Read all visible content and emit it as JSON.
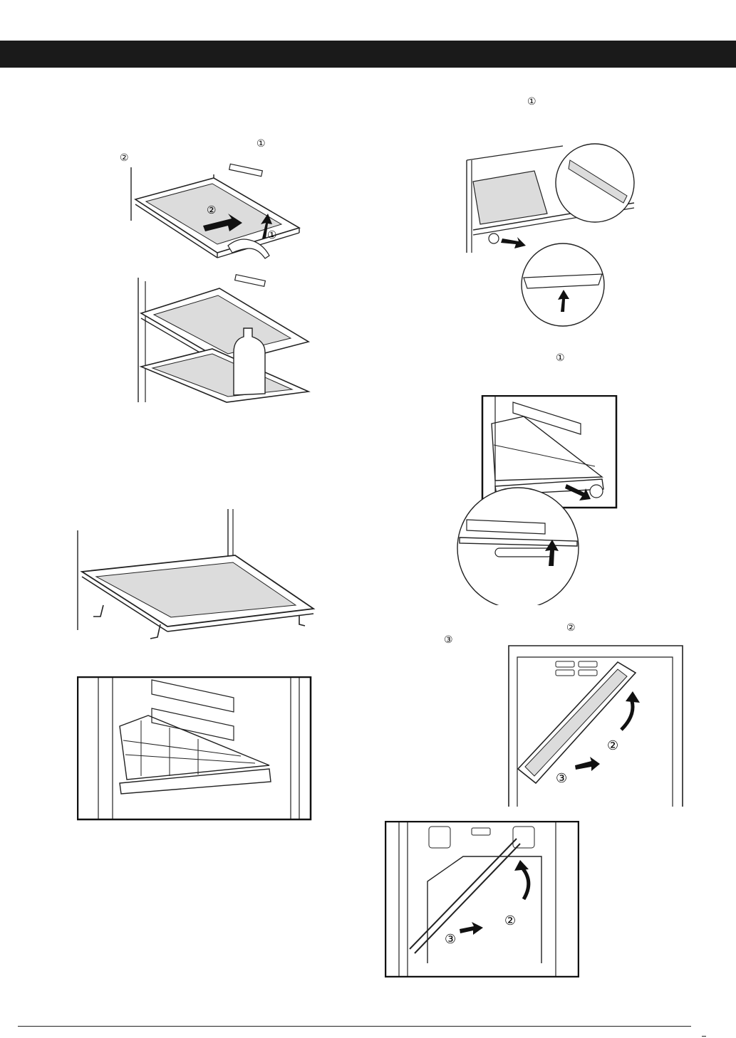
{
  "colors": {
    "header_bar": "#1a1a1a",
    "line": "#222222",
    "glass": "#dcdcdc",
    "arrow": "#111111"
  },
  "markers": {
    "m1_top_left": "①",
    "m2_top_left": "②",
    "m1_top_right": "①",
    "m1_mid_right": "①",
    "m2_lower_right": "②",
    "m3_lower_right": "③"
  },
  "figure_labels": {
    "fig1_a": "②",
    "fig1_b": "①",
    "fig7_a": "②",
    "fig7_b": "③",
    "fig8_a": "②",
    "fig8_b": "③"
  },
  "icons": [
    "arrow-up-icon",
    "arrow-right-icon",
    "arrow-curve-up-icon",
    "hand-icon",
    "bottle-icon"
  ]
}
